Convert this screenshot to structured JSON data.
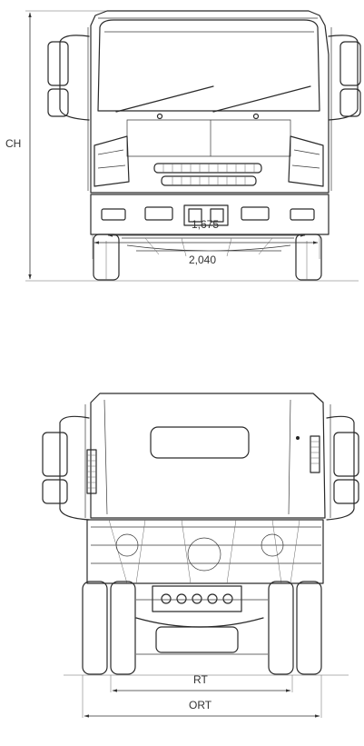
{
  "front_view": {
    "height_label": "CH",
    "track_width": "1,675",
    "overall_width": "2,040"
  },
  "rear_view": {
    "track_label": "RT",
    "overall_label": "ORT"
  }
}
